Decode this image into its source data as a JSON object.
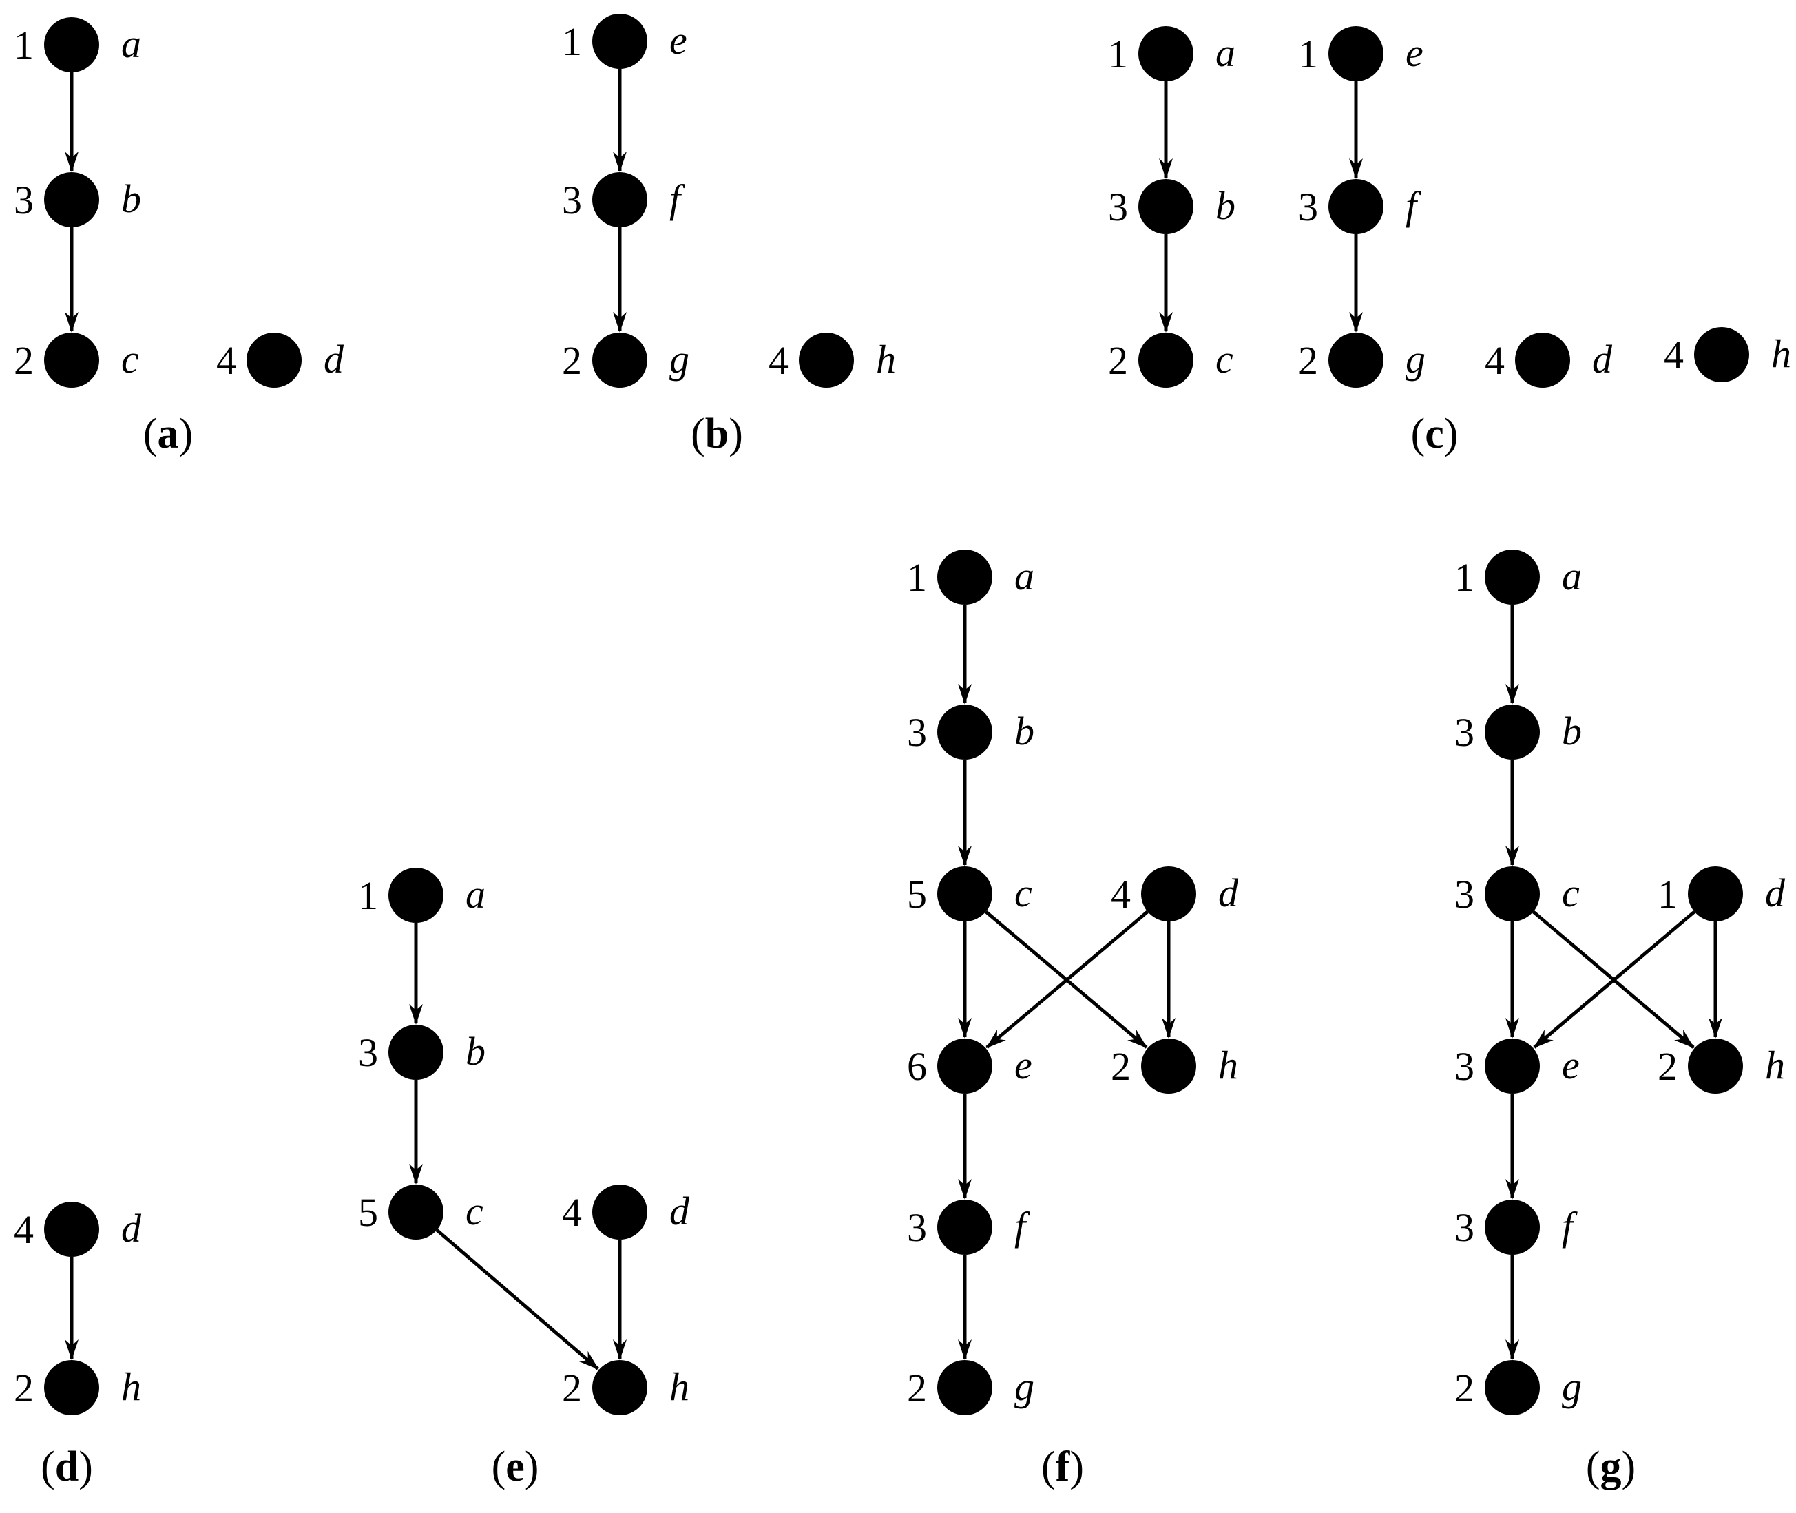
{
  "panels": [
    {
      "id": "a",
      "caption": "a",
      "nodes": [
        {
          "id": "a",
          "label": "a",
          "value": "1"
        },
        {
          "id": "b",
          "label": "b",
          "value": "3"
        },
        {
          "id": "c",
          "label": "c",
          "value": "2"
        },
        {
          "id": "d",
          "label": "d",
          "value": "4"
        }
      ],
      "edges": [
        [
          "a",
          "b"
        ],
        [
          "b",
          "c"
        ]
      ]
    },
    {
      "id": "b",
      "caption": "b",
      "nodes": [
        {
          "id": "e",
          "label": "e",
          "value": "1"
        },
        {
          "id": "f",
          "label": "f",
          "value": "3"
        },
        {
          "id": "g",
          "label": "g",
          "value": "2"
        },
        {
          "id": "h",
          "label": "h",
          "value": "4"
        }
      ],
      "edges": [
        [
          "e",
          "f"
        ],
        [
          "f",
          "g"
        ]
      ]
    },
    {
      "id": "c",
      "caption": "c",
      "nodes": [
        {
          "id": "a",
          "label": "a",
          "value": "1"
        },
        {
          "id": "b",
          "label": "b",
          "value": "3"
        },
        {
          "id": "c",
          "label": "c",
          "value": "2"
        },
        {
          "id": "e",
          "label": "e",
          "value": "1"
        },
        {
          "id": "f",
          "label": "f",
          "value": "3"
        },
        {
          "id": "g",
          "label": "g",
          "value": "2"
        },
        {
          "id": "d",
          "label": "d",
          "value": "4"
        },
        {
          "id": "h",
          "label": "h",
          "value": "4"
        }
      ],
      "edges": [
        [
          "a",
          "b"
        ],
        [
          "b",
          "c"
        ],
        [
          "e",
          "f"
        ],
        [
          "f",
          "g"
        ]
      ]
    },
    {
      "id": "d",
      "caption": "d",
      "nodes": [
        {
          "id": "d",
          "label": "d",
          "value": "4"
        },
        {
          "id": "h",
          "label": "h",
          "value": "2"
        }
      ],
      "edges": [
        [
          "d",
          "h"
        ]
      ]
    },
    {
      "id": "e",
      "caption": "e",
      "nodes": [
        {
          "id": "a",
          "label": "a",
          "value": "1"
        },
        {
          "id": "b",
          "label": "b",
          "value": "3"
        },
        {
          "id": "c",
          "label": "c",
          "value": "5"
        },
        {
          "id": "d",
          "label": "d",
          "value": "4"
        },
        {
          "id": "h",
          "label": "h",
          "value": "2"
        }
      ],
      "edges": [
        [
          "a",
          "b"
        ],
        [
          "b",
          "c"
        ],
        [
          "c",
          "h"
        ],
        [
          "d",
          "h"
        ]
      ]
    },
    {
      "id": "f",
      "caption": "f",
      "nodes": [
        {
          "id": "a",
          "label": "a",
          "value": "1"
        },
        {
          "id": "b",
          "label": "b",
          "value": "3"
        },
        {
          "id": "c",
          "label": "c",
          "value": "5"
        },
        {
          "id": "d",
          "label": "d",
          "value": "4"
        },
        {
          "id": "e",
          "label": "e",
          "value": "6"
        },
        {
          "id": "h",
          "label": "h",
          "value": "2"
        },
        {
          "id": "f",
          "label": "f",
          "value": "3"
        },
        {
          "id": "g",
          "label": "g",
          "value": "2"
        }
      ],
      "edges": [
        [
          "a",
          "b"
        ],
        [
          "b",
          "c"
        ],
        [
          "c",
          "e"
        ],
        [
          "c",
          "h"
        ],
        [
          "d",
          "e"
        ],
        [
          "d",
          "h"
        ],
        [
          "e",
          "f"
        ],
        [
          "f",
          "g"
        ]
      ]
    },
    {
      "id": "g",
      "caption": "g",
      "nodes": [
        {
          "id": "a",
          "label": "a",
          "value": "1"
        },
        {
          "id": "b",
          "label": "b",
          "value": "3"
        },
        {
          "id": "c",
          "label": "c",
          "value": "3"
        },
        {
          "id": "d",
          "label": "d",
          "value": "1"
        },
        {
          "id": "e",
          "label": "e",
          "value": "3"
        },
        {
          "id": "h",
          "label": "h",
          "value": "2"
        },
        {
          "id": "f",
          "label": "f",
          "value": "3"
        },
        {
          "id": "g",
          "label": "g",
          "value": "2"
        }
      ],
      "edges": [
        [
          "a",
          "b"
        ],
        [
          "b",
          "c"
        ],
        [
          "c",
          "e"
        ],
        [
          "c",
          "h"
        ],
        [
          "d",
          "e"
        ],
        [
          "d",
          "h"
        ],
        [
          "e",
          "f"
        ],
        [
          "f",
          "g"
        ]
      ]
    }
  ]
}
